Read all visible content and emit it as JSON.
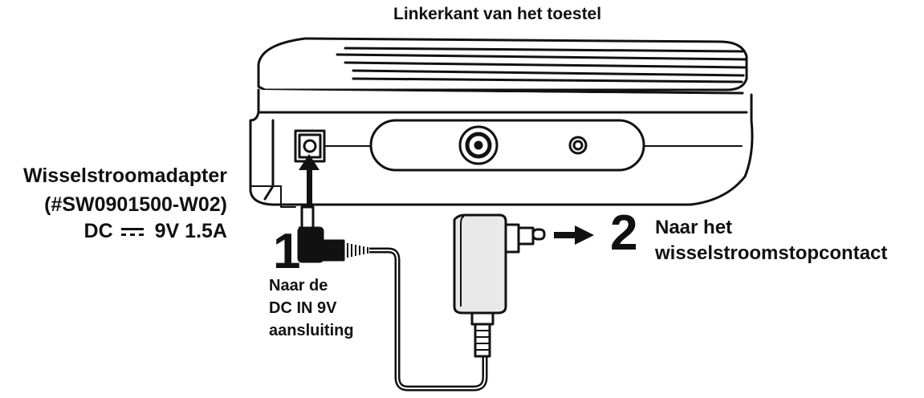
{
  "title": "Linkerkant van het toestel",
  "adapter": {
    "name": "Wisselstroomadapter",
    "model": "(#SW0901500-W02)",
    "dc_prefix": "DC",
    "rating": "9V 1.5A"
  },
  "step1": {
    "number": "1",
    "lines": [
      "Naar de",
      "DC IN 9V",
      "aansluiting"
    ]
  },
  "step2": {
    "number": "2",
    "lines": [
      "Naar het",
      "wisselstroomstopcontact"
    ]
  },
  "colors": {
    "ink": "#111111",
    "device_fill": "#ffffff",
    "adapter_fill": "#e9e9e9"
  },
  "icons": [
    "device-illustration",
    "dc-plug-icon",
    "power-adapter-icon",
    "arrow-icon",
    "dc-symbol-icon"
  ]
}
